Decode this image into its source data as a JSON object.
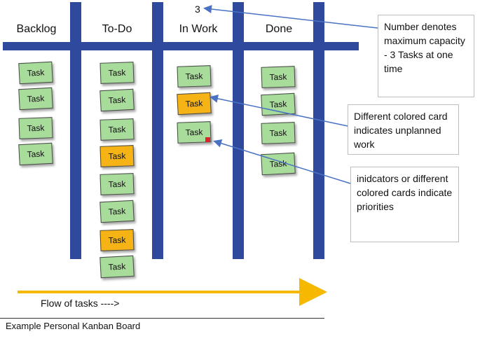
{
  "columns": [
    {
      "title": "Backlog"
    },
    {
      "title": "To-Do"
    },
    {
      "title": "In Work"
    },
    {
      "title": "Done"
    }
  ],
  "wip_limit": "3",
  "card_label": "Task",
  "notes": {
    "capacity": "Number denotes maximum capacity - 3 Tasks at one time",
    "unplanned": "Different colored card indicates unplanned work",
    "priorities": "inidcators or different colored cards indicate priorities"
  },
  "flow_label": "Flow of tasks ---->",
  "caption": "Example Personal Kanban Board",
  "colors": {
    "board": "#2f4a9c",
    "card_normal": "#a8dc9a",
    "card_unplanned": "#f5b316",
    "priority_marker": "#e0202a",
    "arrow": "#f6b800",
    "callout_line": "#4a72c4"
  }
}
